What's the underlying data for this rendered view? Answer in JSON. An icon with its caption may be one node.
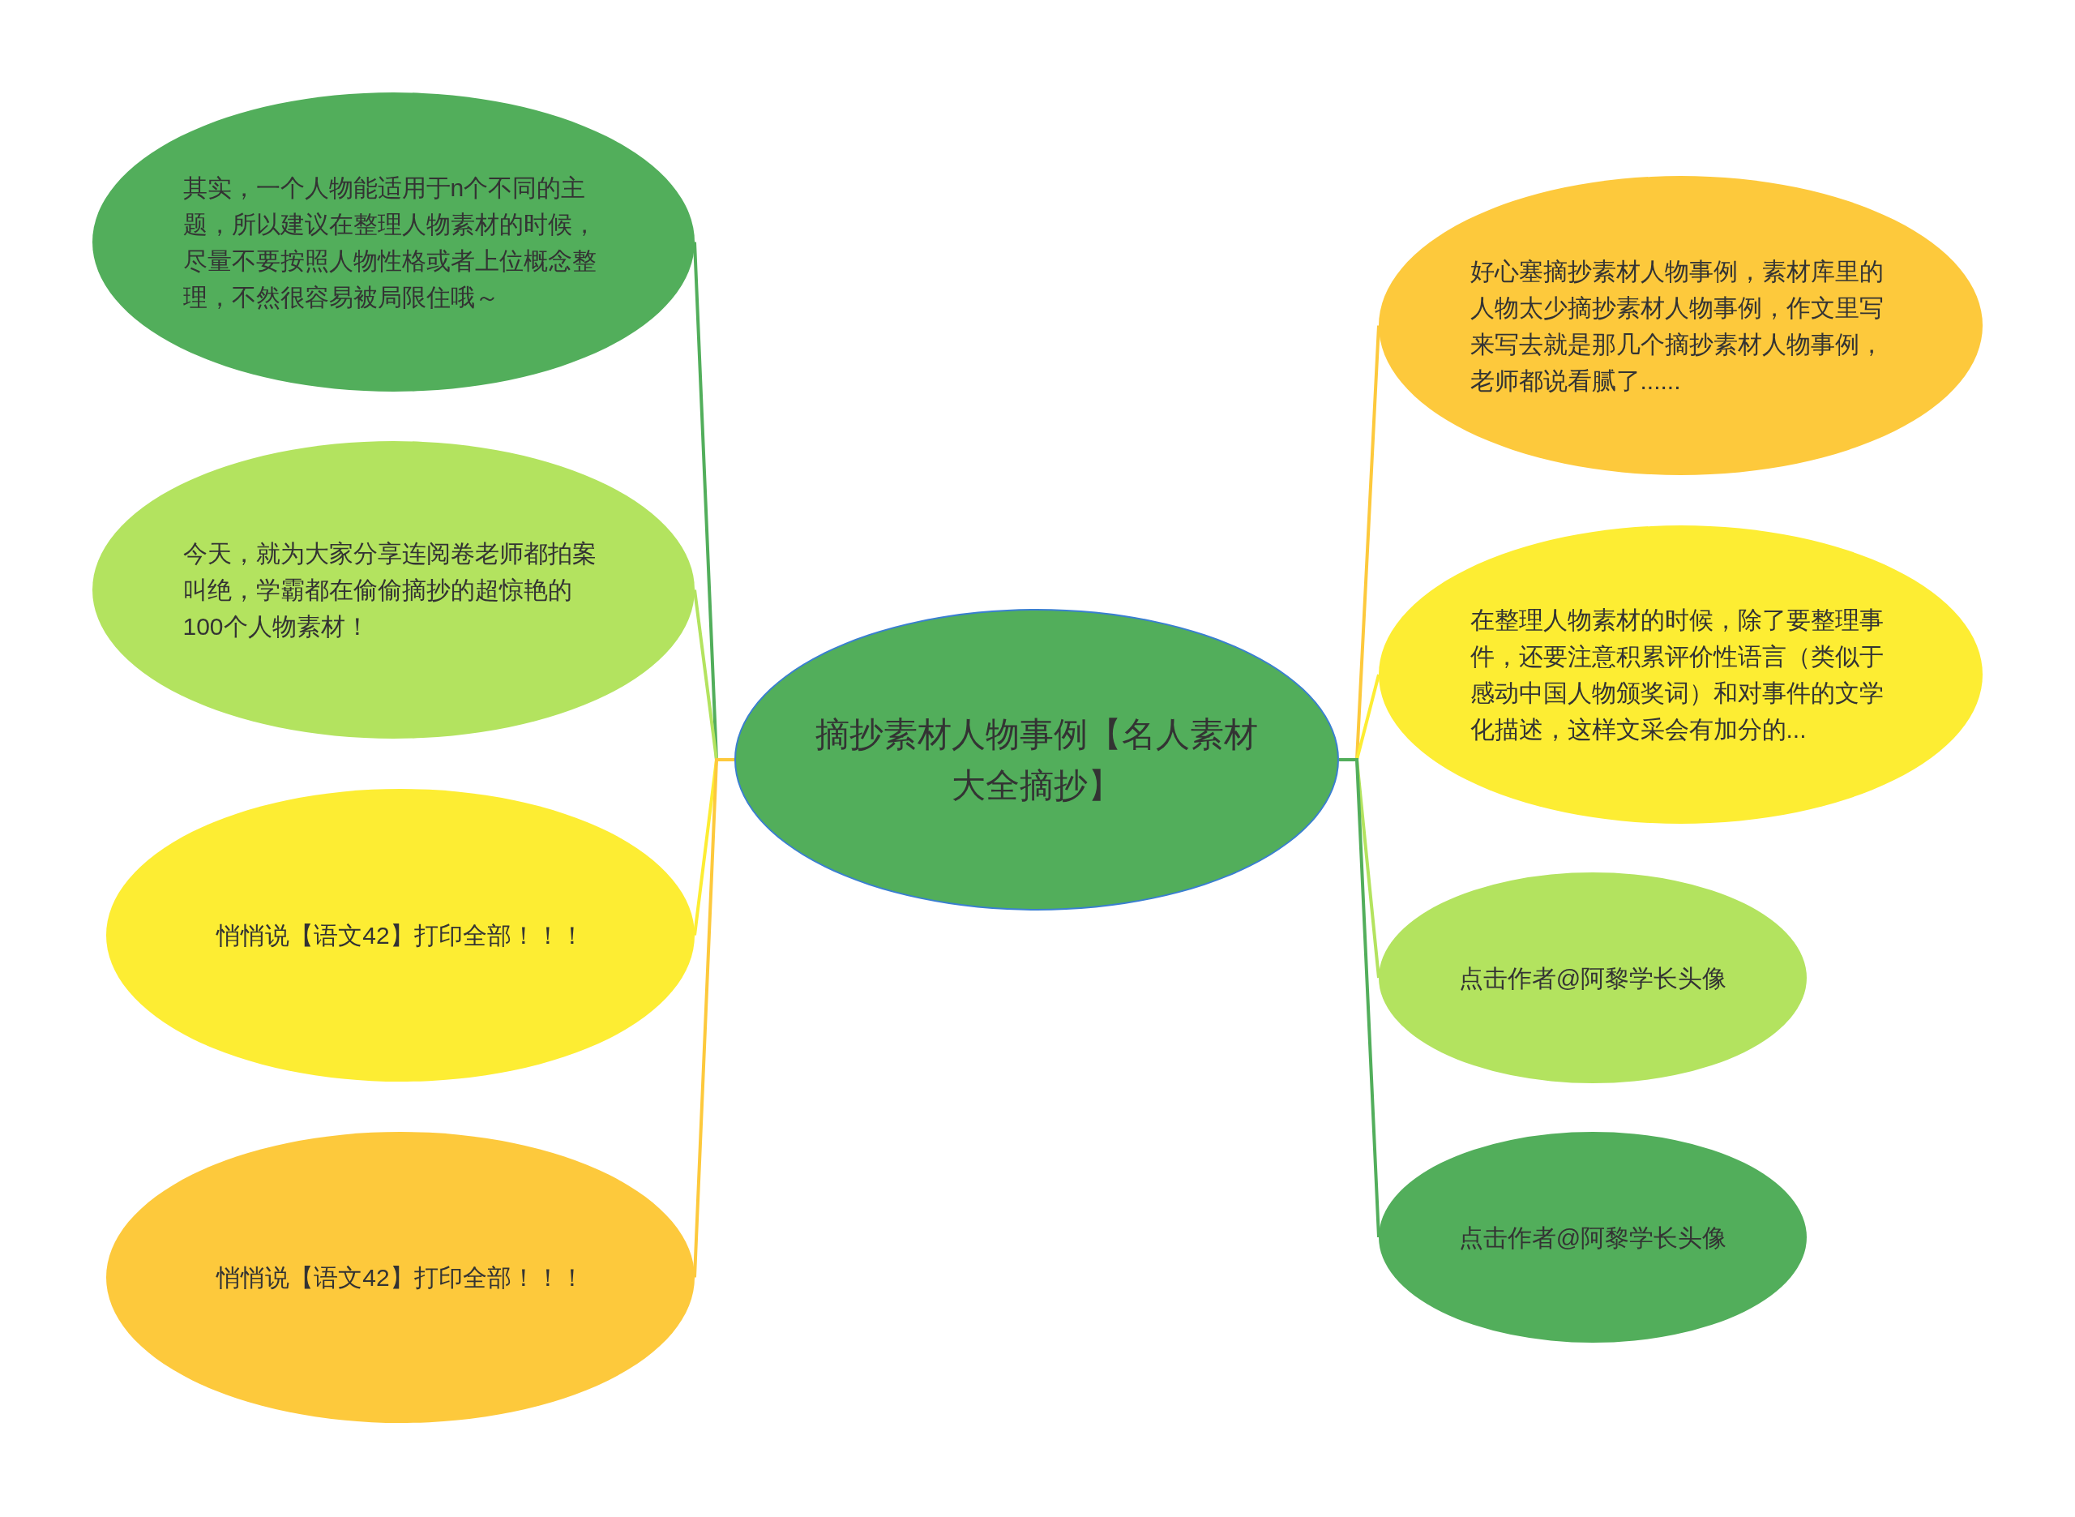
{
  "diagram": {
    "nodes": [
      {
        "text": [
          "摘抄素材人物事例【名人素材大全摘抄】"
        ]
      },
      {
        "text": [
          "其实，一个人物能适用于n个不同的主题，所以建议在整理人物素材的时候，尽量不要按照人物性格或者上位概念整理，不然很容易被局限住哦～"
        ]
      },
      {
        "text": [
          "今天，就为大家分享连阅卷老师都拍案叫绝，学霸都在偷偷摘抄的超惊艳的100个人物素材！"
        ]
      },
      {
        "text": [
          "悄悄说【语文42】打印全部！！！"
        ]
      },
      {
        "text": [
          "悄悄说【语文42】打印全部！！！"
        ]
      },
      {
        "text": [
          "好心塞摘抄素材人物事例，素材库里的人物太少摘抄素材人物事例，作文里写来写去就是那几个摘抄素材人物事例，老师都说看腻了......"
        ]
      },
      {
        "text": [
          "在整理人物素材的时候，除了要整理事件，还要注意积累评价性语言（类似于感动中国人物颁奖词）和对事件的文学化描述，这样文采会有加分的..."
        ]
      },
      {
        "text": [
          "点击作者@阿黎学长头像"
        ]
      },
      {
        "text": [
          "点击作者@阿黎学长头像"
        ]
      }
    ],
    "edges": [
      {
        "from": 0,
        "to": 1,
        "arrow": "none",
        "color": "#52ae5b"
      },
      {
        "from": 0,
        "to": 2,
        "arrow": "none",
        "color": "#b3e35f"
      },
      {
        "from": 0,
        "to": 3,
        "arrow": "none",
        "color": "#fded33"
      },
      {
        "from": 0,
        "to": 4,
        "arrow": "none",
        "color": "#fdc93c"
      },
      {
        "from": 0,
        "to": 5,
        "arrow": "none",
        "color": "#fdc93c"
      },
      {
        "from": 0,
        "to": 6,
        "arrow": "none",
        "color": "#fded33"
      },
      {
        "from": 0,
        "to": 7,
        "arrow": "none",
        "color": "#b3e35f"
      },
      {
        "from": 0,
        "to": 8,
        "arrow": "none",
        "color": "#52ae5b"
      }
    ]
  }
}
